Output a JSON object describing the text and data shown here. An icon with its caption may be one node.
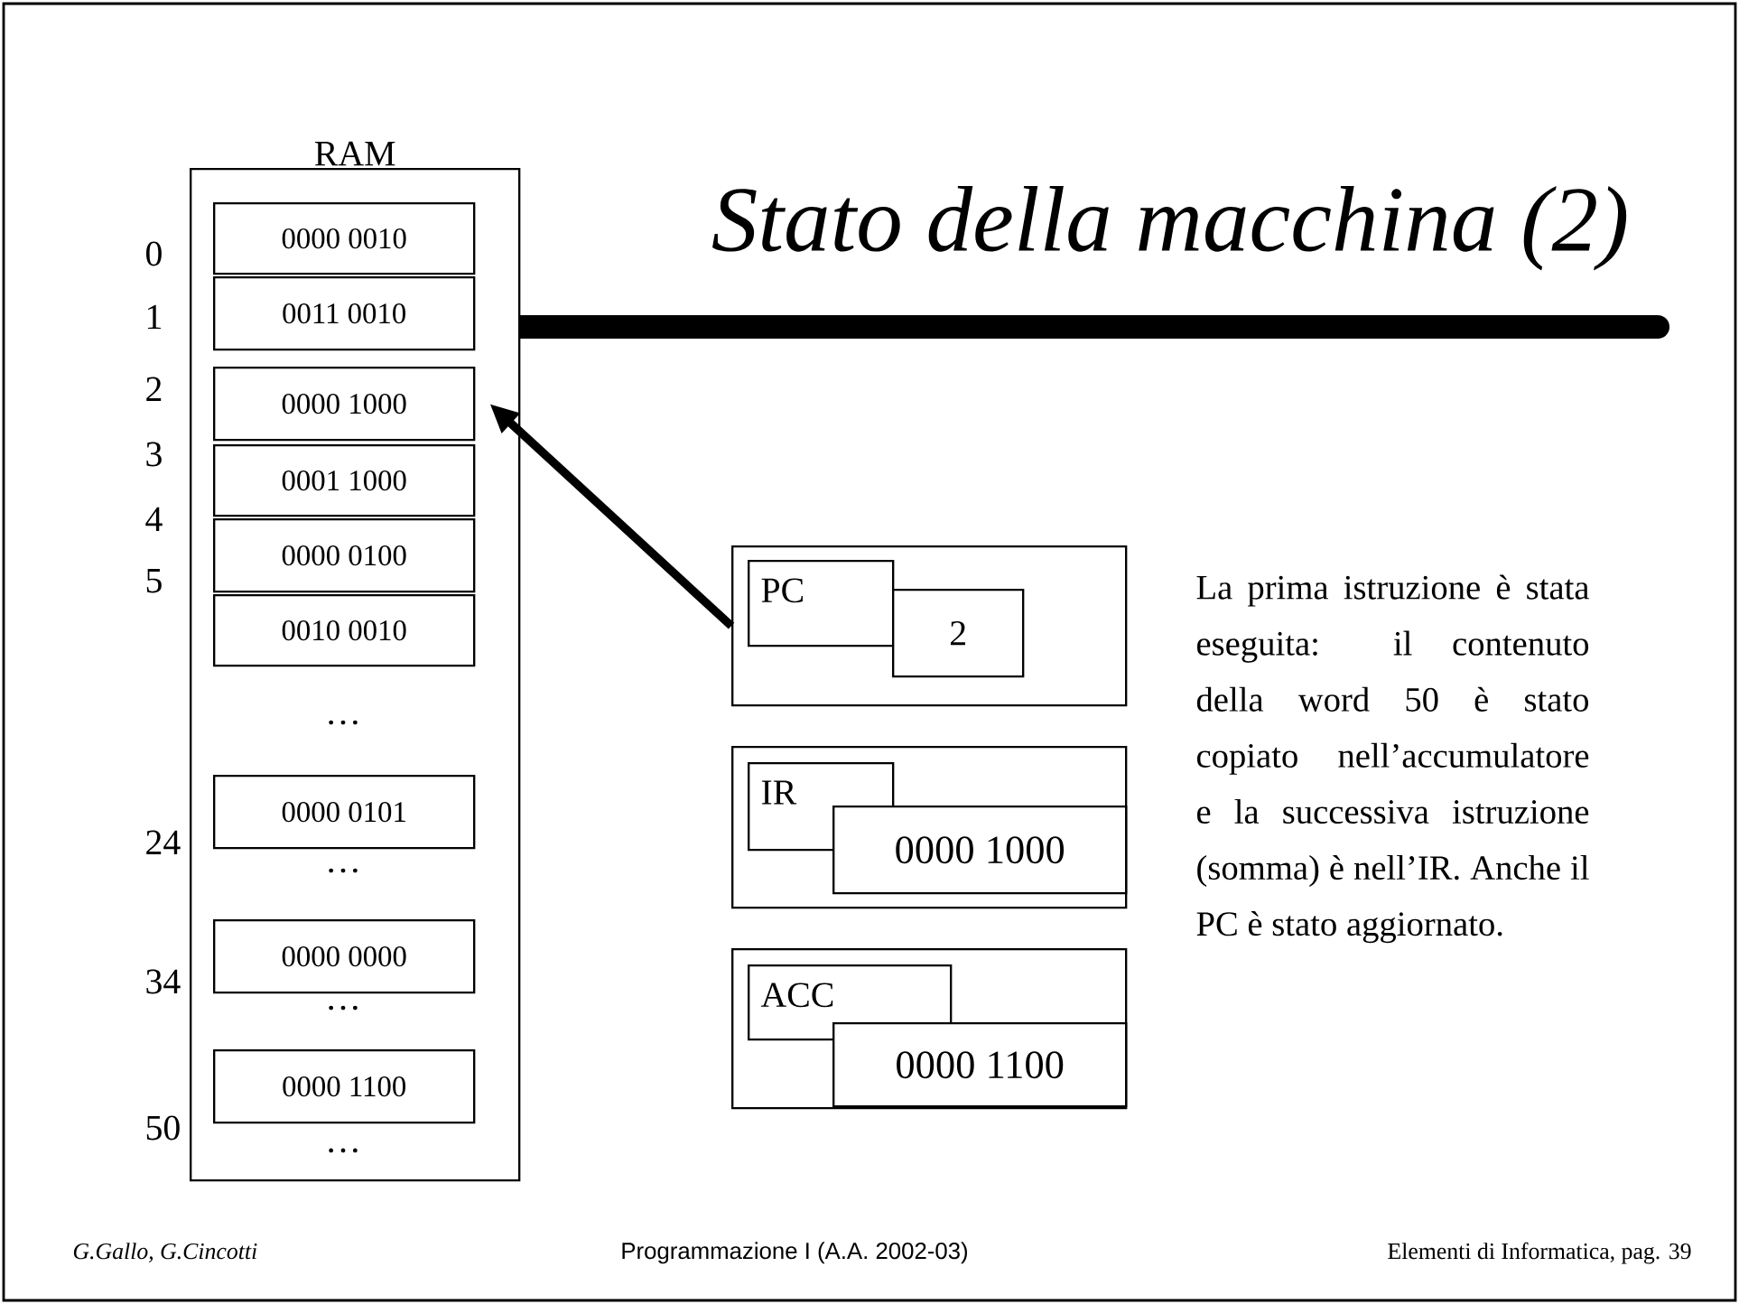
{
  "diagram": {
    "title": "Stato della macchina (2)",
    "nodes": [
      {
        "text": [
          "RAM"
        ]
      },
      {
        "text": [
          "0000 0010"
        ],
        "in": 0,
        "beside": [
          "0"
        ]
      },
      {
        "text": [
          "0011 0010"
        ],
        "in": 0,
        "beside": [
          "1"
        ]
      },
      {
        "text": [
          "0000 1000"
        ],
        "in": 0,
        "beside": [
          "2"
        ]
      },
      {
        "text": [
          "0001 1000"
        ],
        "in": 0,
        "beside": [
          "3"
        ]
      },
      {
        "text": [
          "0000 0100"
        ],
        "in": 0,
        "beside": [
          "4"
        ]
      },
      {
        "text": [
          "0010 0010"
        ],
        "in": 0,
        "beside": [
          "5"
        ]
      },
      {
        "text": [
          "0000 0101"
        ],
        "in": 0,
        "beside": [
          "24"
        ]
      },
      {
        "text": [
          "0000 0000"
        ],
        "in": 0,
        "beside": [
          "34"
        ]
      },
      {
        "text": [
          "0000 1100"
        ],
        "in": 0,
        "beside": [
          "50"
        ]
      },
      {
        "text": [],
        "shape": "box"
      },
      {
        "text": [
          "PC"
        ],
        "in": 10
      },
      {
        "text": [
          "2"
        ],
        "in": 10
      },
      {
        "text": [],
        "shape": "box"
      },
      {
        "text": [
          "IR"
        ],
        "in": 13
      },
      {
        "text": [
          "0000 1000"
        ],
        "in": 13
      },
      {
        "text": [],
        "shape": "box"
      },
      {
        "text": [
          "ACC"
        ],
        "in": 16
      },
      {
        "text": [
          "0000 1100"
        ],
        "in": 16
      }
    ],
    "edges": [
      {
        "from": 10,
        "to": 3,
        "arrow": "to"
      }
    ],
    "labels": [
      "…",
      "…",
      "…",
      "…",
      "La prima istruzione è stata eseguita: il contenuto della word 50 è stato copiato nell’accumulatore e la successiva istruzione (somma) è nell’IR. Anche il PC è stato aggiornato.",
      "G.Gallo, G.Cincotti",
      "Programmazione I (A.A. 2002-03)",
      "Elementi di Informatica, pag. 39"
    ]
  }
}
